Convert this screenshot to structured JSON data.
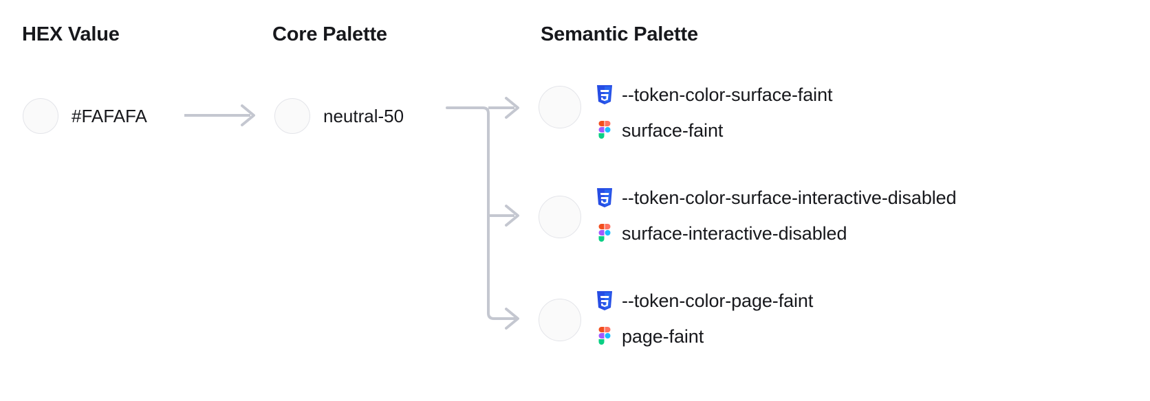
{
  "columns": {
    "hex": {
      "title": "HEX Value"
    },
    "core": {
      "title": "Core Palette"
    },
    "semantic": {
      "title": "Semantic Palette"
    }
  },
  "hex": {
    "value": "#FAFAFA",
    "swatch_color": "#FAFAFA"
  },
  "core": {
    "value": "neutral-50",
    "swatch_color": "#FAFAFA"
  },
  "semantic": {
    "rows": [
      {
        "css_token": "--token-color-surface-faint",
        "figma_token": "surface-faint",
        "swatch_color": "#FAFAFA",
        "css_icon": "css3-shield-icon",
        "figma_icon": "figma-logo-icon"
      },
      {
        "css_token": "--token-color-surface-interactive-disabled",
        "figma_token": "surface-interactive-disabled",
        "swatch_color": "#FAFAFA",
        "css_icon": "css3-shield-icon",
        "figma_icon": "figma-logo-icon"
      },
      {
        "css_token": "--token-color-page-faint",
        "figma_token": "page-faint",
        "swatch_color": "#FAFAFA",
        "css_icon": "css3-shield-icon",
        "figma_icon": "figma-logo-icon"
      }
    ]
  },
  "colors": {
    "background": "#FFFFFF",
    "text": "#17181C",
    "connector": "#C4C7D0",
    "swatch_border": "#E3E4E9",
    "css_icon_blue": "#264DE4",
    "css_icon_blue_light": "#2965F1",
    "figma_orange": "#F24E1E",
    "figma_salmon": "#FF7262",
    "figma_purple": "#A259FF",
    "figma_blue": "#1ABCFE",
    "figma_green": "#0ACF83"
  },
  "connectors": {
    "hex_to_core": "arrow-right",
    "core_to_semantic": "branching-arrow-three-way"
  }
}
